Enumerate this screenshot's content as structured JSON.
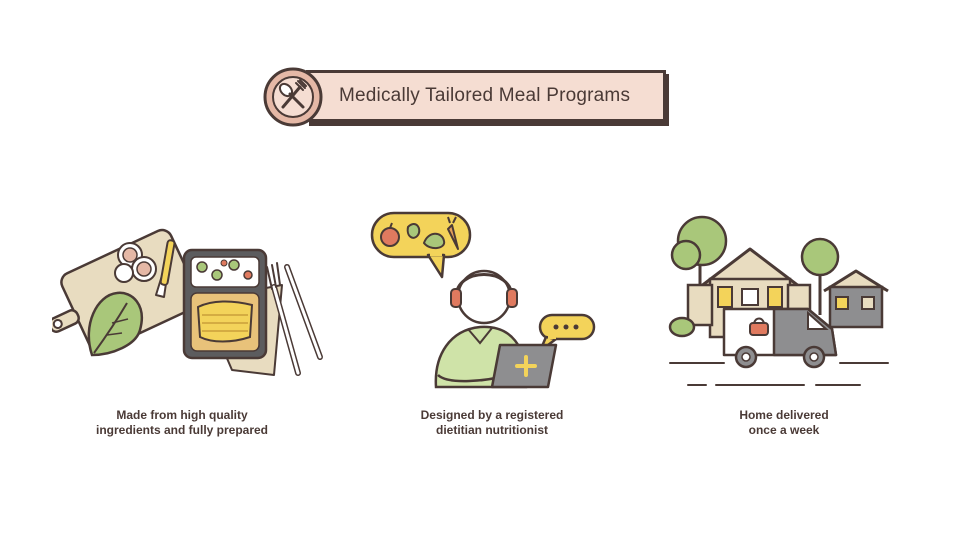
{
  "banner": {
    "title": "Medically Tailored Meal Programs",
    "icon": "utensils-icon"
  },
  "features": [
    {
      "icon": "meal-prep-illustration",
      "line1": "Made from high quality",
      "line2": "ingredients and fully prepared"
    },
    {
      "icon": "dietitian-illustration",
      "line1": "Designed by a registered",
      "line2": "dietitian nutritionist"
    },
    {
      "icon": "home-delivery-illustration",
      "line1": "Home delivered",
      "line2": "once a week"
    }
  ],
  "colors": {
    "outline": "#4a3a36",
    "banner_fill": "#f5ddd2",
    "accent_rose": "#e5b8a6",
    "green": "#a9c77a",
    "yellow": "#f3d35a",
    "tan": "#e8dcc0",
    "gray": "#8e8e90"
  }
}
